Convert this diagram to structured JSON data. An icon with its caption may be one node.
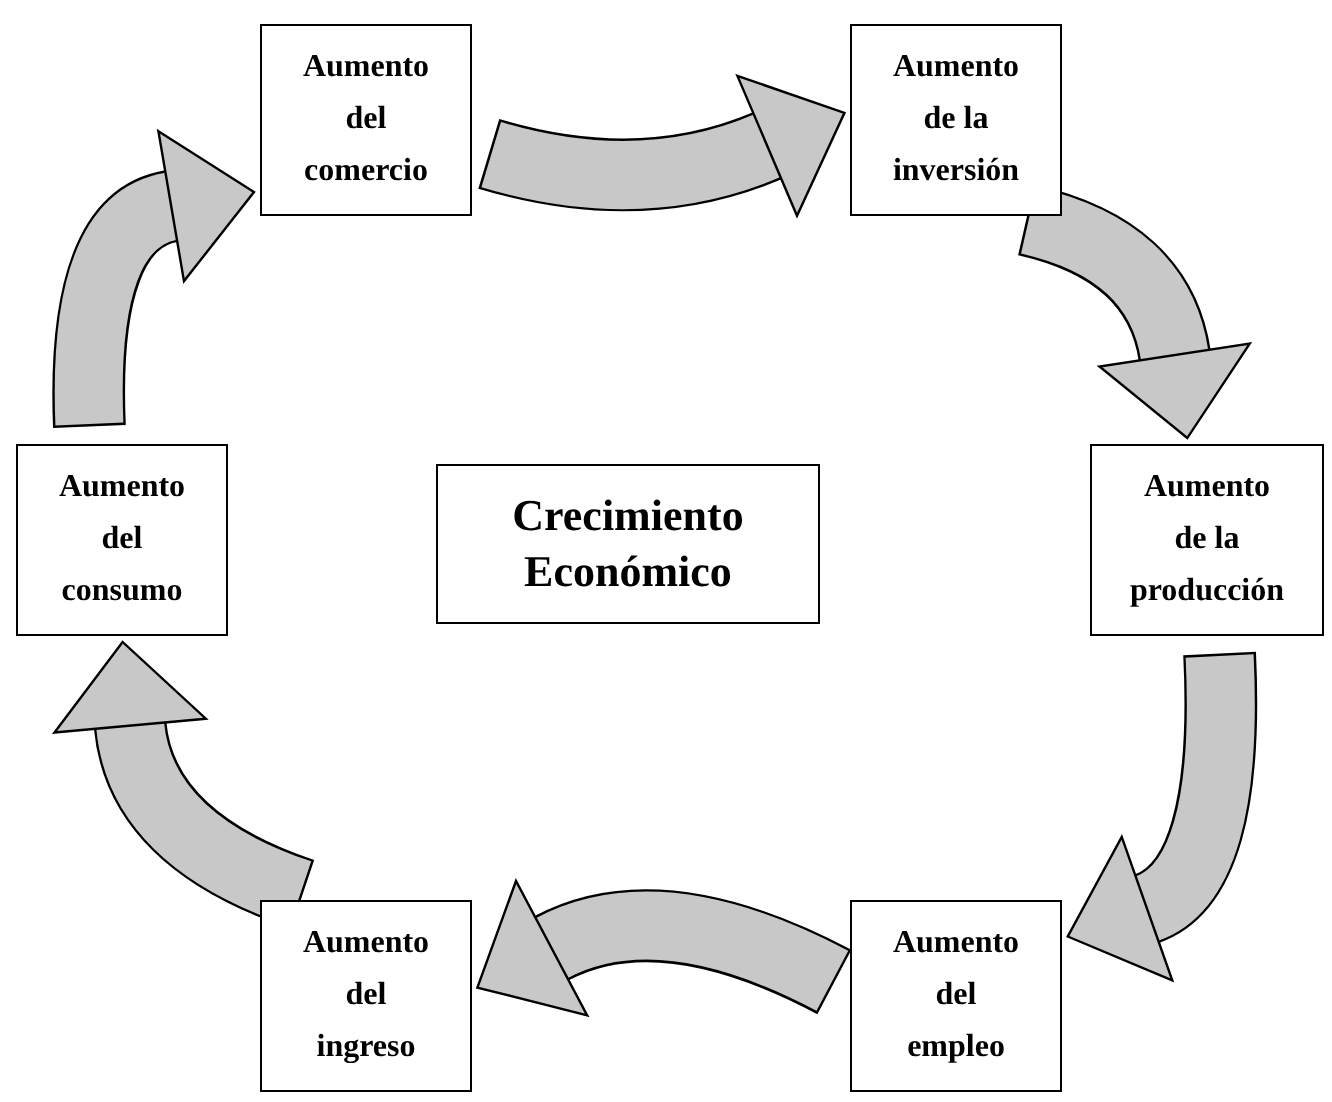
{
  "diagram": {
    "nodes": [
      {
        "text": [
          "Crecimiento Económico"
        ]
      },
      {
        "text": [
          "Aumento del comercio"
        ]
      },
      {
        "text": [
          "Aumento de la inversión"
        ]
      },
      {
        "text": [
          "Aumento de la producción"
        ]
      },
      {
        "text": [
          "Aumento del empleo"
        ]
      },
      {
        "text": [
          "Aumento del ingreso"
        ]
      },
      {
        "text": [
          "Aumento del consumo"
        ]
      }
    ],
    "edges": [
      {
        "from": 1,
        "to": 2,
        "arrow": "to"
      },
      {
        "from": 2,
        "to": 3,
        "arrow": "to"
      },
      {
        "from": 3,
        "to": 4,
        "arrow": "to"
      },
      {
        "from": 4,
        "to": 5,
        "arrow": "to"
      },
      {
        "from": 5,
        "to": 6,
        "arrow": "to"
      },
      {
        "from": 6,
        "to": 1,
        "arrow": "to"
      }
    ]
  }
}
